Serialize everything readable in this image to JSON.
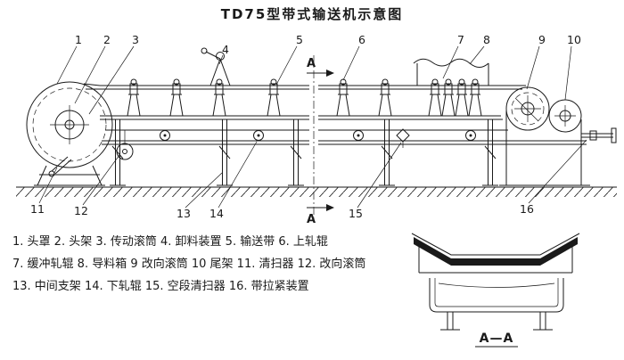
{
  "title": "TD75型带式输送机示意图",
  "callouts": [
    "1",
    "2",
    "3",
    "4",
    "5",
    "6",
    "7",
    "8",
    "9",
    "10",
    "11",
    "12",
    "13",
    "14",
    "15",
    "16"
  ],
  "section": {
    "mark": "A",
    "view_label": "A—A"
  },
  "legend": {
    "line1": "1. 头罩  2. 头架  3. 传动滚筒  4. 卸料装置  5. 输送带  6. 上轧辊",
    "line2": "7. 缓冲轧辊  8. 导料箱  9 改向滚筒  10 尾架  11. 清扫器  12. 改向滚筒",
    "line3": "13. 中间支架  14. 下轧辊  15. 空段清扫器  16. 带拉紧装置"
  },
  "colors": {
    "ink": "#1a1a1a",
    "background": "#ffffff"
  }
}
